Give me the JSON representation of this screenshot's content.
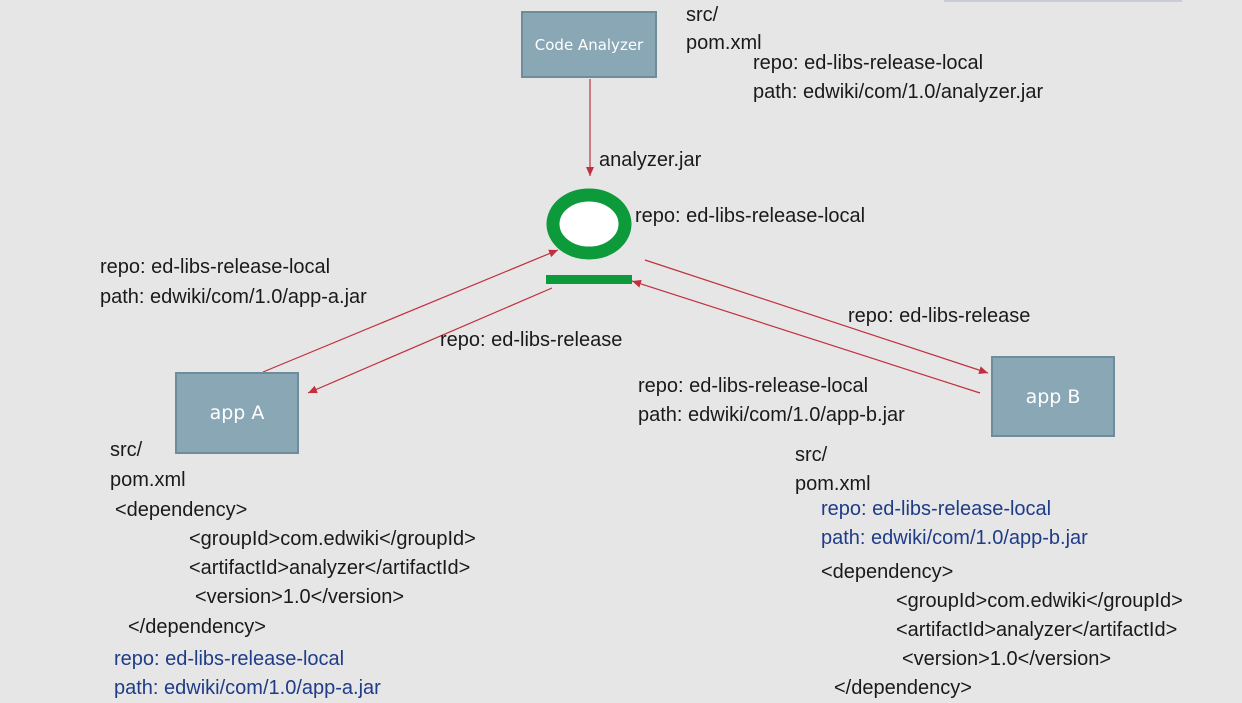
{
  "colors": {
    "background": "#e6e6e6",
    "box_fill": "#8aa7b6",
    "arrow": "#c0303f",
    "repo_icon": "#0c9a3b",
    "blue_text": "#1f3c88"
  },
  "boxes": {
    "analyzer": "Code Analyzer",
    "app_a": "app A",
    "app_b": "app B"
  },
  "analyzer_notes": {
    "src": "src/",
    "pom": "pom.xml",
    "repo": "repo: ed-libs-release-local",
    "path": "path: edwiki/com/1.0/analyzer.jar"
  },
  "arrow_labels": {
    "analyzer_jar": "analyzer.jar",
    "center_repo": "repo: ed-libs-release-local",
    "a_deploy_repo": "repo: ed-libs-release-local",
    "a_deploy_path": "path: edwiki/com/1.0/app-a.jar",
    "a_resolve": "repo: ed-libs-release",
    "b_resolve": "repo: ed-libs-release",
    "b_deploy_repo": "repo: ed-libs-release-local",
    "b_deploy_path": "path: edwiki/com/1.0/app-b.jar"
  },
  "app_a_pom": {
    "src": "src/",
    "pom": "pom.xml",
    "dep_open": "<dependency>",
    "group": "<groupId>com.edwiki</groupId>",
    "artifact": "<artifactId>analyzer</artifactId>",
    "version": "<version>1.0</version>",
    "dep_close": "</dependency>",
    "repo": "repo: ed-libs-release-local",
    "path": "path: edwiki/com/1.0/app-a.jar"
  },
  "app_b_pom": {
    "src": "src/",
    "pom": "pom.xml",
    "repo": "repo: ed-libs-release-local",
    "path": "path: edwiki/com/1.0/app-b.jar",
    "dep_open": "<dependency>",
    "group": "<groupId>com.edwiki</groupId>",
    "artifact": "<artifactId>analyzer</artifactId>",
    "version": "<version>1.0</version>",
    "dep_close": "</dependency>"
  }
}
